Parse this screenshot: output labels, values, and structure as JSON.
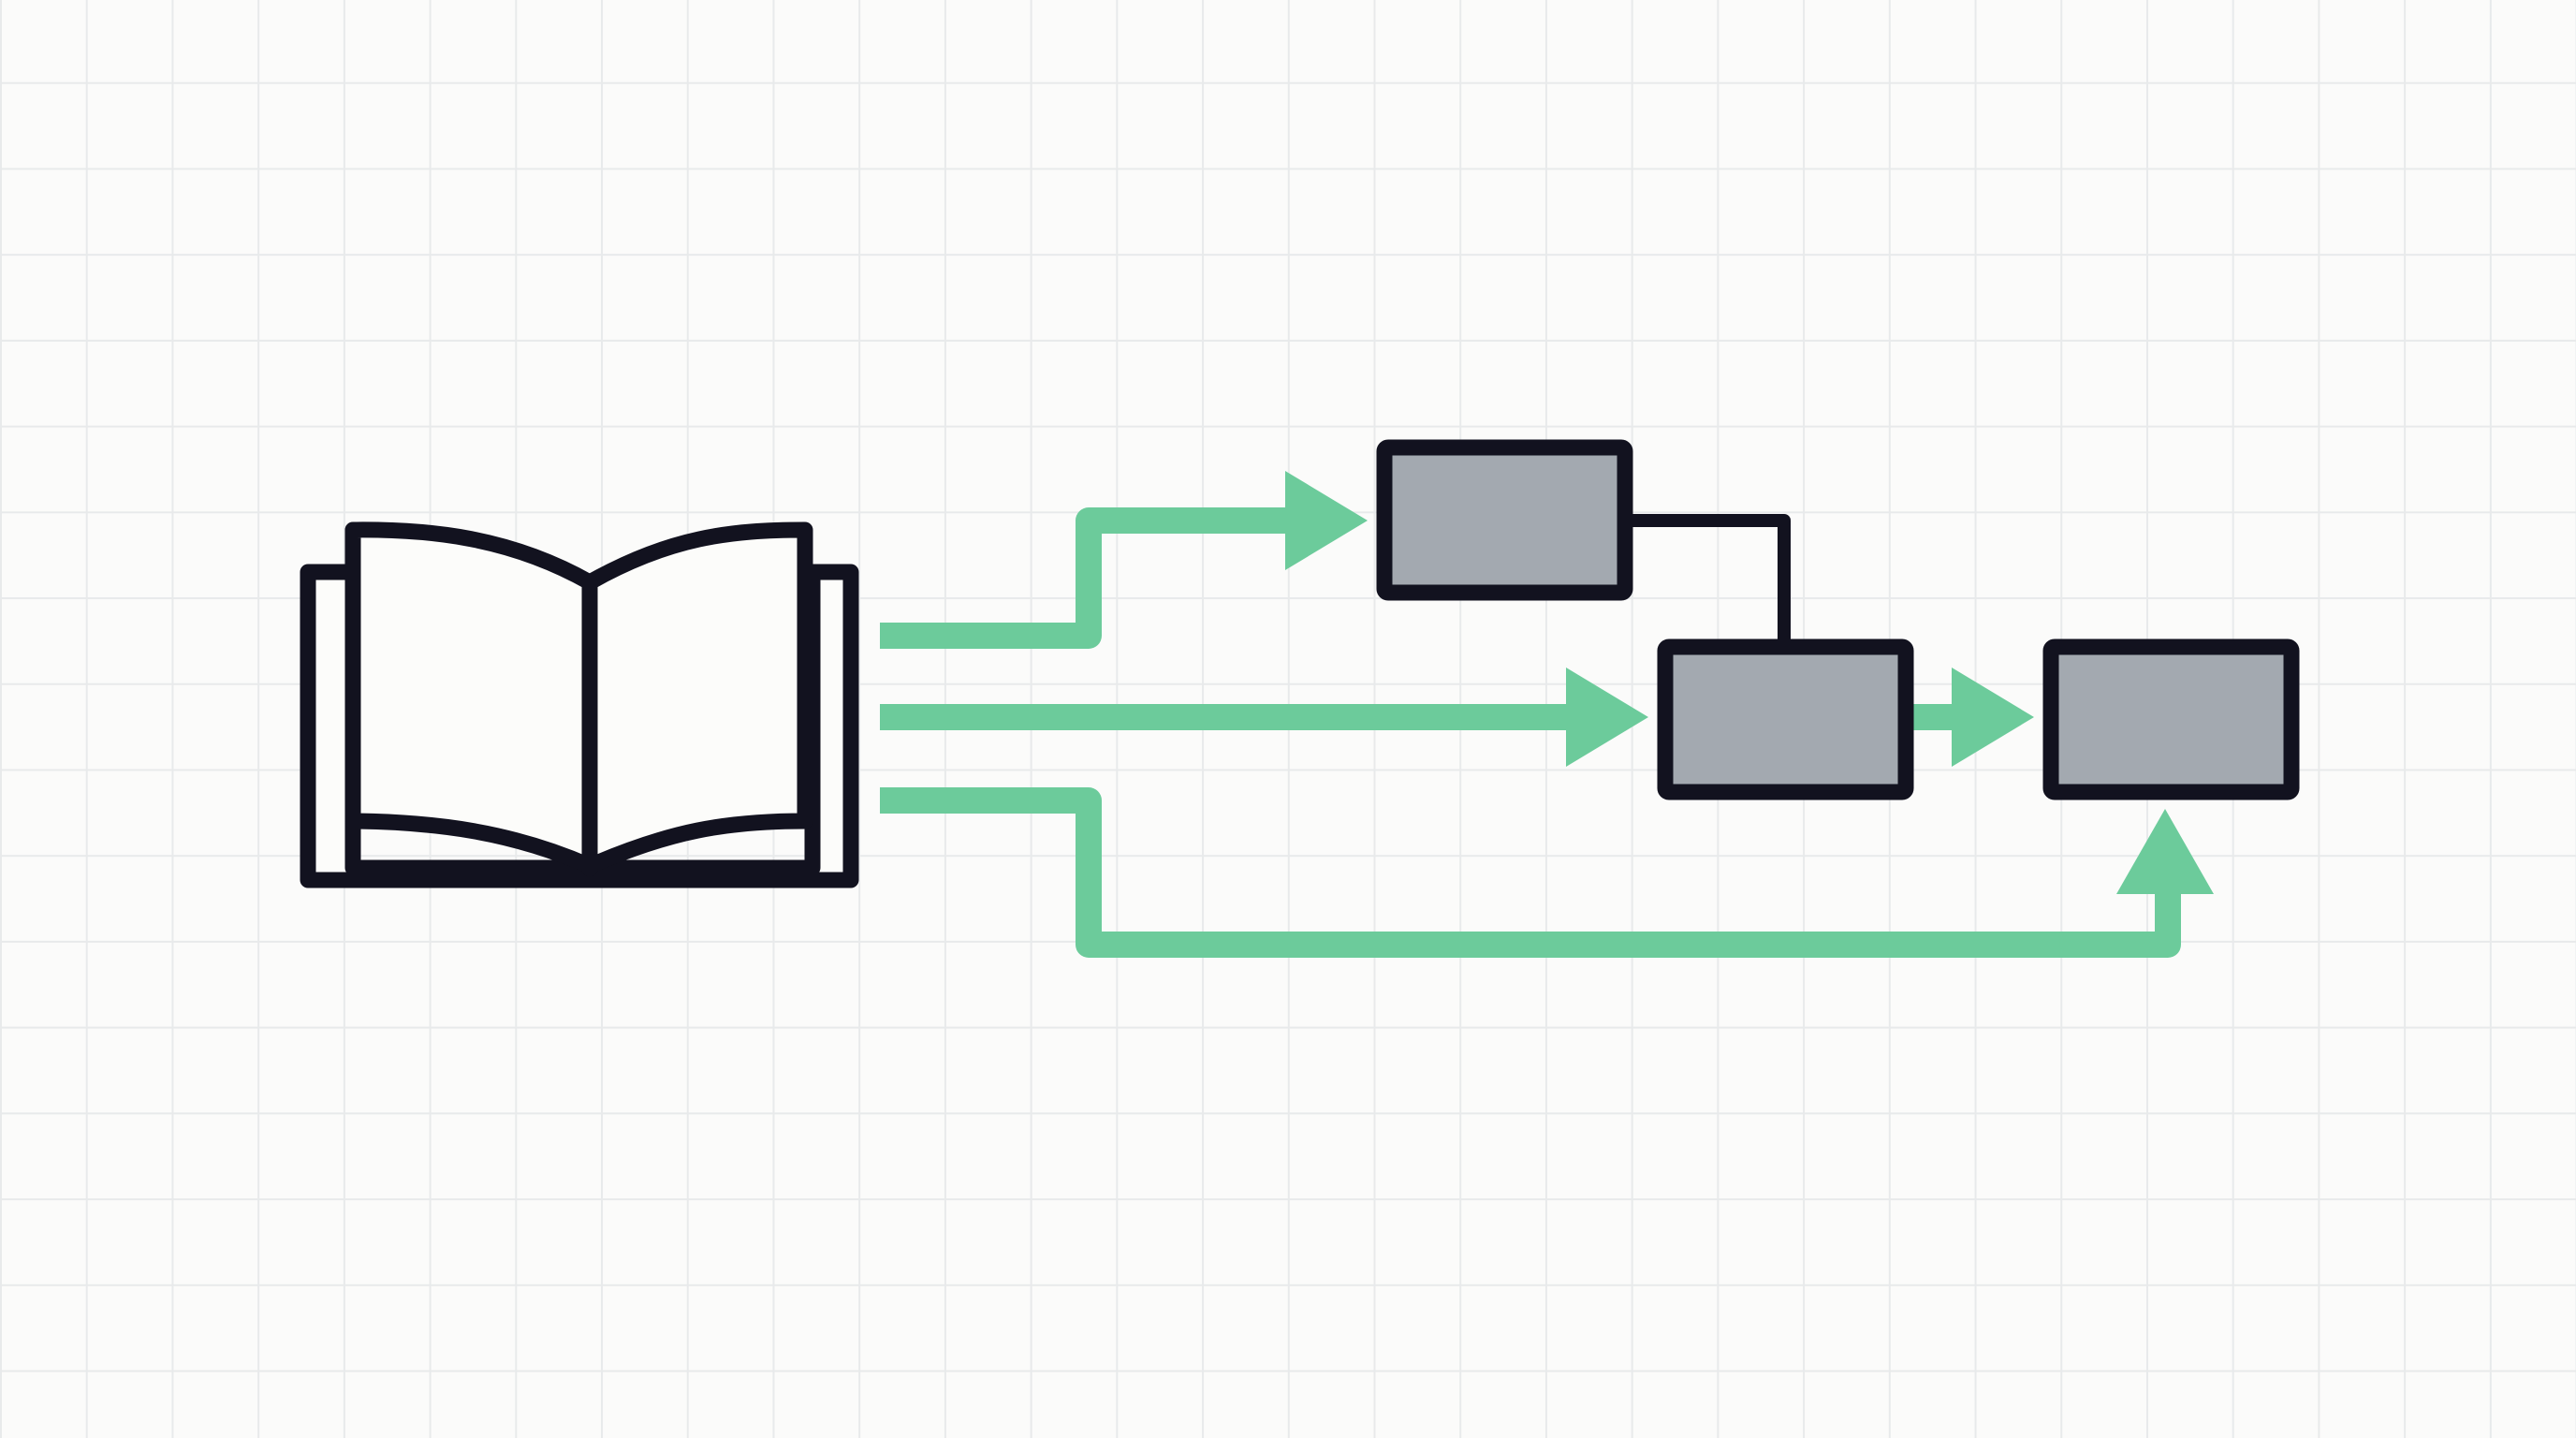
{
  "diagram": {
    "description_text": "",
    "colors": {
      "background": "#fbfbfa",
      "grid": "#e8eaeb",
      "outline": "#12121f",
      "book_page": "#fcfcfa",
      "box_fill": "#a3a9b0",
      "arrow": "#6ccb9b"
    },
    "icons": [
      "open-book-icon"
    ],
    "nodes": [
      "box-top",
      "box-middle",
      "box-right"
    ],
    "edges": [
      {
        "from": "open-book-icon",
        "to": "box-top",
        "kind": "arrow"
      },
      {
        "from": "open-book-icon",
        "to": "box-middle",
        "kind": "arrow"
      },
      {
        "from": "open-book-icon",
        "to": "box-right",
        "kind": "arrow"
      },
      {
        "from": "box-middle",
        "to": "box-right",
        "kind": "arrow"
      },
      {
        "from": "box-top",
        "to": "box-middle",
        "kind": "line"
      }
    ]
  }
}
